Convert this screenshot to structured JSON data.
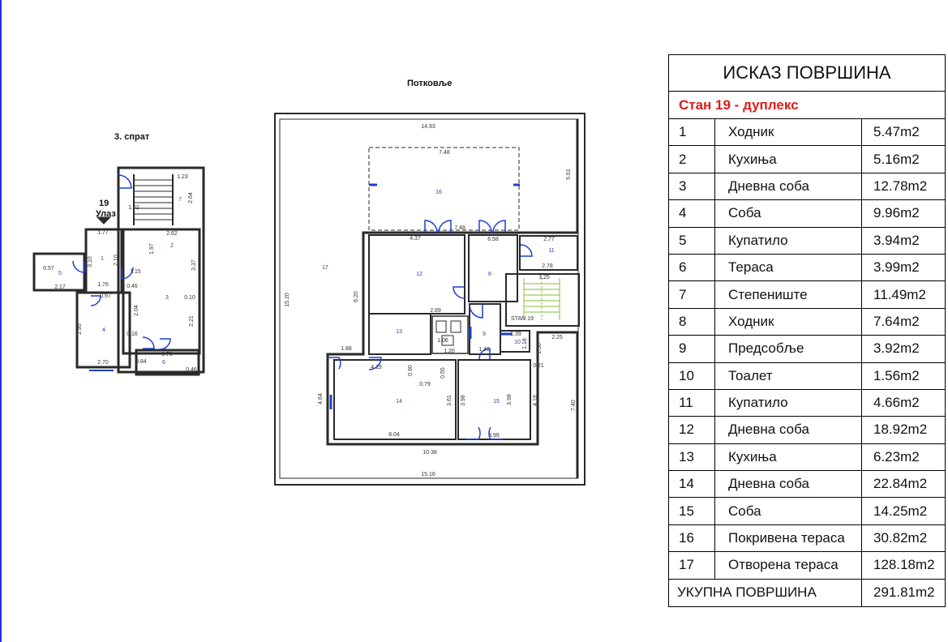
{
  "titles": {
    "floor3": "3. спрат",
    "attic": "Потковље",
    "entrance_num": "19",
    "entrance": "Улаз"
  },
  "table": {
    "header": "ИСКАЗ ПОВРШИНА",
    "apartment": "Стан 19 - дуплекс",
    "rows": [
      {
        "num": "1",
        "name": "Ходник",
        "area": "5.47m2"
      },
      {
        "num": "2",
        "name": "Кухиња",
        "area": "5.16m2"
      },
      {
        "num": "3",
        "name": "Дневна соба",
        "area": "12.78m2"
      },
      {
        "num": "4",
        "name": "Соба",
        "area": "9.96m2"
      },
      {
        "num": "5",
        "name": "Купатило",
        "area": "3.94m2"
      },
      {
        "num": "6",
        "name": "Тераса",
        "area": "3.99m2"
      },
      {
        "num": "7",
        "name": "Степениште",
        "area": "11.49m2"
      },
      {
        "num": "8",
        "name": "Ходник",
        "area": "7.64m2"
      },
      {
        "num": "9",
        "name": "Предсобље",
        "area": "3.92m2"
      },
      {
        "num": "10",
        "name": "Тоалет",
        "area": "1.56m2"
      },
      {
        "num": "11",
        "name": "Купатило",
        "area": "4.66m2"
      },
      {
        "num": "12",
        "name": "Дневна соба",
        "area": "18.92m2"
      },
      {
        "num": "13",
        "name": "Кухиња",
        "area": "6.23m2"
      },
      {
        "num": "14",
        "name": "Дневна соба",
        "area": "22.84m2"
      },
      {
        "num": "15",
        "name": "Соба",
        "area": "14.25m2"
      },
      {
        "num": "16",
        "name": "Покривена тераса",
        "area": "30.82m2"
      },
      {
        "num": "17",
        "name": "Отворена тераса",
        "area": "128.18m2"
      }
    ],
    "total_label": "УКУПНА ПОВРШИНА",
    "total_value": "291.81m2"
  },
  "plan_floor3": {
    "room_numbers": [
      "1",
      "2",
      "3",
      "4",
      "5",
      "6",
      "7"
    ],
    "dimensions": [
      "1.23",
      "2.64",
      "1.77",
      "2.62",
      "1.97",
      "3.37",
      "1.76",
      "3.10",
      "2.10",
      "1.15",
      "0.46",
      "2.04",
      "0.10",
      "2.21",
      "2.70",
      "2.95",
      "0.16",
      "1.02",
      "0.97",
      "2.17",
      "0.76",
      "0.57",
      "0.46",
      "0.84"
    ]
  },
  "plan_attic": {
    "room_numbers": [
      "8",
      "9",
      "10",
      "11",
      "12",
      "13",
      "14",
      "15",
      "16",
      "17"
    ],
    "stair_label": "STAN 19",
    "dimensions": [
      "14.93",
      "7.48",
      "5.61",
      "15.20",
      "7.48",
      "4.37",
      "6.20",
      "6.58",
      "2.77",
      "2.78",
      "3.25",
      "1.88",
      "4.19",
      "0.79",
      "6.04",
      "3.61",
      "3.98",
      "4.19",
      "10.38",
      "15.16",
      "7.40",
      "4.64",
      "1.46",
      "1.39",
      "2.25",
      "1.06",
      "0.55",
      "2.89",
      "1.20",
      "3.98",
      "3.99",
      "1.18",
      "1.50",
      "0.21",
      "0.90"
    ]
  },
  "colors": {
    "wall": "#2a2a2a",
    "door": "#1d3fd0",
    "room_number": "#3a3aa8",
    "stair_hatch": "#9ec95a",
    "apartment_title": "#e01b1b",
    "edge_line": "#2b2bd0"
  }
}
